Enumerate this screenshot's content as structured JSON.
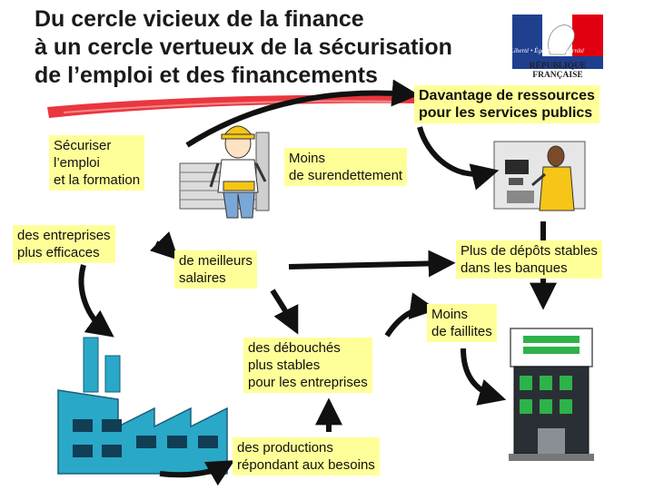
{
  "title": {
    "line1": "Du cercle vicieux de la finance",
    "line2": "à un cercle vertueux de la sécurisation",
    "line3": "de l’emploi et des financements"
  },
  "logo": {
    "motto": "Liberté • Égalité • Fraternité",
    "name": "RÉPUBLIQUE FRANÇAISE"
  },
  "nodes": {
    "ressources": {
      "line1": "Davantage de ressources",
      "line2": "pour les services publics"
    },
    "securiser": {
      "line1": "Sécuriser",
      "line2": "l’emploi",
      "line3": "et la formation"
    },
    "surendettement": {
      "line1": "Moins",
      "line2": "de surendettement"
    },
    "entreprises": {
      "line1": "des entreprises",
      "line2": "plus efficaces"
    },
    "salaires": {
      "line1": "de meilleurs",
      "line2": "salaires"
    },
    "depots": {
      "line1": "Plus de dépôts stables",
      "line2": "dans les banques"
    },
    "faillites": {
      "line1": "Moins",
      "line2": "de faillites"
    },
    "debouches": {
      "line1": "des débouchés",
      "line2": "plus stables",
      "line3": "pour les entreprises"
    },
    "productions": {
      "line1": "des productions",
      "line2": "répondant aux besoins"
    }
  },
  "colors": {
    "box_fill": "#ffff99",
    "arrow": "#111111",
    "brushstroke": "#e8202a",
    "flag_blue": "#1f3f8f",
    "flag_red": "#e1000f",
    "factory": "#2aa8c8",
    "bank_green": "#2db34a"
  },
  "icons": [
    "worker-icon",
    "atm-icon",
    "factory-icon",
    "bank-building-icon",
    "republic-logo-icon"
  ]
}
